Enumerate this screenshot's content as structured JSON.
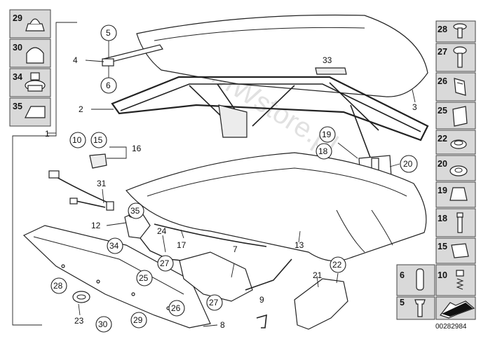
{
  "diagram": {
    "image_code": "00282984",
    "watermark": "© BMWstore.pl",
    "left_column": [
      {
        "label": "29"
      },
      {
        "label": "30"
      },
      {
        "label": "34"
      },
      {
        "label": "35"
      }
    ],
    "right_column": [
      {
        "label": "28"
      },
      {
        "label": "27"
      },
      {
        "label": "26"
      },
      {
        "label": "25"
      },
      {
        "label": "22"
      },
      {
        "label": "20"
      },
      {
        "label": "19"
      },
      {
        "label": "18"
      },
      {
        "label": "15"
      },
      {
        "label": "10"
      }
    ],
    "bottom_cells": [
      {
        "label": "6"
      },
      {
        "label": "5"
      }
    ],
    "callouts": {
      "c1": "1",
      "c2": "2",
      "c3": "3",
      "c4": "4",
      "c5": "5",
      "c6": "6",
      "c7": "7",
      "c8": "8",
      "c9": "9",
      "c10": "10",
      "c12": "12",
      "c13": "13",
      "c15": "15",
      "c16": "16",
      "c17": "17",
      "c18": "18",
      "c19": "19",
      "c20": "20",
      "c21": "21",
      "c22": "22",
      "c23": "23",
      "c24": "24",
      "c25": "25",
      "c26": "26",
      "c27a": "27",
      "c27b": "27",
      "c28": "28",
      "c29": "29",
      "c30": "30",
      "c31": "31",
      "c33": "33",
      "c34": "34",
      "c35": "35"
    }
  }
}
